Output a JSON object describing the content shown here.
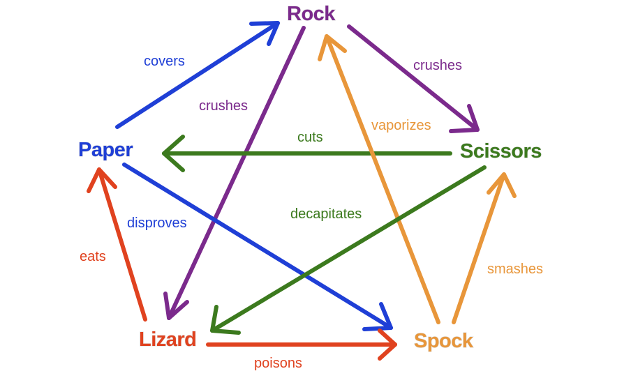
{
  "colors": {
    "rock": "#7b2a8c",
    "paper": "#1f3fd6",
    "scissors": "#3c7a1e",
    "lizard": "#e0421f",
    "spock": "#e8963a",
    "node_outline": "#d8d8d8"
  },
  "nodes": {
    "rock": "Rock",
    "paper": "Paper",
    "scissors": "Scissors",
    "lizard": "Lizard",
    "spock": "Spock"
  },
  "edges": {
    "covers": "covers",
    "crushes_scissors": "crushes",
    "crushes_lizard": "crushes",
    "cuts": "cuts",
    "vaporizes": "vaporizes",
    "disproves": "disproves",
    "decapitates": "decapitates",
    "eats": "eats",
    "smashes": "smashes",
    "poisons": "poisons"
  }
}
